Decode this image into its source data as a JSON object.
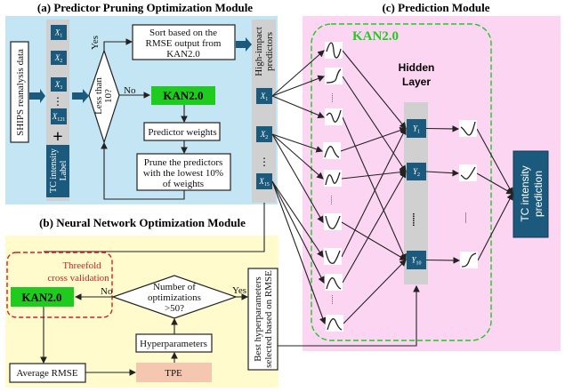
{
  "panel_a": {
    "title": "(a) Predictor Pruning Optimization Module",
    "ships_label": "SHIPS reanalysis data",
    "inputs": [
      {
        "v": "X",
        "s": "1"
      },
      {
        "v": "X",
        "s": "2"
      },
      {
        "v": "X",
        "s": "3"
      },
      {
        "v": "X",
        "s": "121"
      }
    ],
    "ellipsis": "⋮",
    "plus": "+",
    "tc_label_1": "TC intensity",
    "tc_label_2": "Label",
    "decision_1": "Less than",
    "decision_2": "10?",
    "yes": "Yes",
    "no": "No",
    "sort_lines": [
      "Sort based on the",
      "RMSE output from",
      "KAN2.0"
    ],
    "kan": "KAN2.0",
    "weights": "Predictor weights",
    "prune_lines": [
      "Prune the predictors",
      "with the lowest 10%",
      "of weights"
    ],
    "high_impact_1": "High-impact",
    "high_impact_2": "predictors",
    "outputs": [
      {
        "v": "X",
        "s": "1"
      },
      {
        "v": "X",
        "s": "2"
      },
      {
        "v": "X",
        "s": "15"
      }
    ]
  },
  "panel_b": {
    "title": "(b) Neural Network Optimization Module",
    "cv_1": "Threefold",
    "cv_2": "cross validation",
    "kan": "KAN2.0",
    "no": "No",
    "yes": "Yes",
    "decision_lines": [
      "Number of",
      "optimizations",
      ">50?"
    ],
    "hyper": "Hyperparameters",
    "tpe": "TPE",
    "avg_rmse": "Average RMSE",
    "best_1": "Best hyperparameters",
    "best_2": "selected based on RMSE"
  },
  "panel_c": {
    "title": "(c) Prediction Module",
    "kan": "KAN2.0",
    "hidden_1": "Hidden",
    "hidden_2": "Layer",
    "hidden_nodes": [
      {
        "v": "Y",
        "s": "1"
      },
      {
        "v": "Y",
        "s": "2"
      },
      {
        "v": "Y",
        "s": "10"
      }
    ],
    "splines_in": [
      "sine",
      "sigmoid",
      "dip-sine",
      "bump",
      "sine-up",
      "valley",
      "valley",
      "bump",
      "bump"
    ],
    "splines_out": [
      "valley-right",
      "check",
      "sigmoid-steep"
    ],
    "dots": "......",
    "prediction_1": "TC intensity",
    "prediction_2": "prediction"
  },
  "colors": {
    "panel_a": "#c4e5f4",
    "panel_b": "#fffbcc",
    "panel_c": "#fcd5f2",
    "node": "#1c5a7d",
    "kan_green": "#1ecb1e",
    "tpe": "#f5c6b0",
    "cv_red": "#d32020"
  }
}
